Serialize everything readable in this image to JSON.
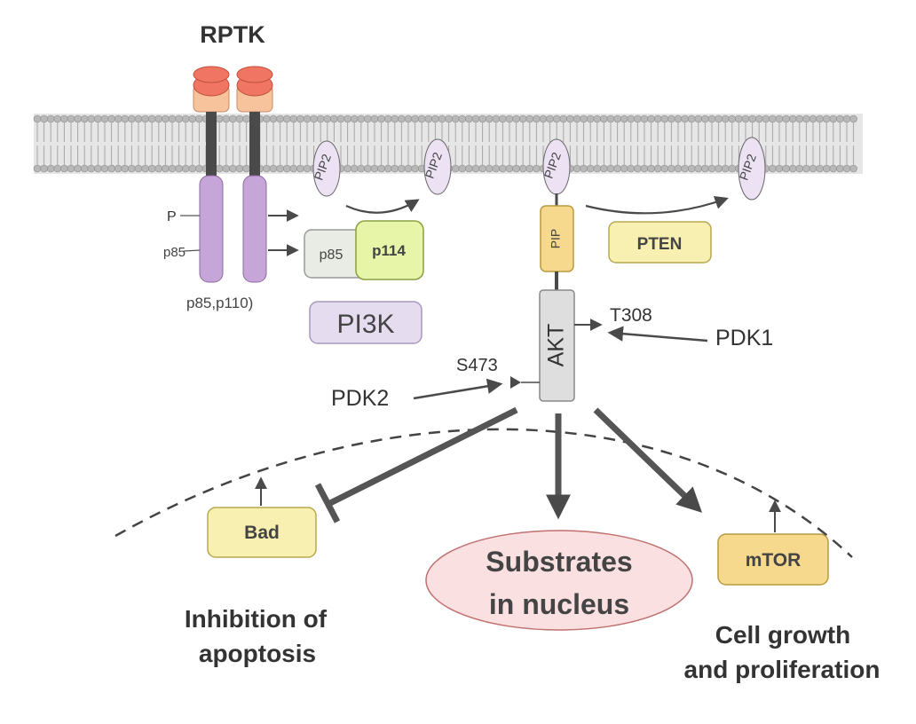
{
  "labels": {
    "rptk": "RPTK",
    "p": "P",
    "p85_side": "p85",
    "p85_p110": "p85,p110)",
    "pi3k": "PI3K",
    "pip_glyph": "PIP2",
    "pip3_box": "PIP",
    "pten": "PTEN",
    "akt": "AKT",
    "t308": "T308",
    "pdk1": "PDK1",
    "s473": "S473",
    "pdk2": "PDK2",
    "bad": "Bad",
    "mtor": "mTOR",
    "substrates_line1": "Substrates",
    "substrates_line2": "in nucleus",
    "inhibition_line1": "Inhibition of",
    "inhibition_line2": "apoptosis",
    "growth_line1": "Cell growth",
    "growth_line2": "and proliferation"
  },
  "pi3k_subunits": {
    "left": "p85",
    "right": "p114"
  },
  "colors": {
    "receptor_head": "#f07563",
    "receptor_neck": "#f6c39c",
    "receptor_body": "#c6a6d8",
    "pi3k_label_bg": "#e5dcf0",
    "p85_bg": "#e8ece4",
    "p110_bg": "#e6f5a8",
    "yellow_box": "#f8f0b0",
    "akt_bg": "#dedede",
    "nucleus_bg": "#fae0e0",
    "pip_bg": "#ece2f4",
    "membrane": "#9a9a9a"
  }
}
